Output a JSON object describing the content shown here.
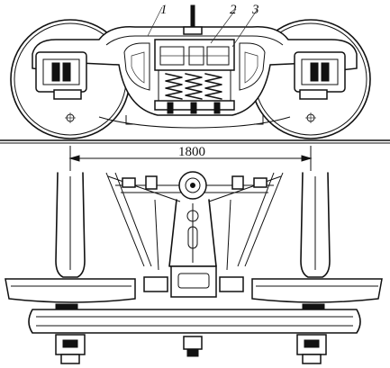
{
  "callouts": {
    "c1": "1",
    "c2": "2",
    "c3": "3"
  },
  "dimension": {
    "wheelbase": "1800"
  }
}
